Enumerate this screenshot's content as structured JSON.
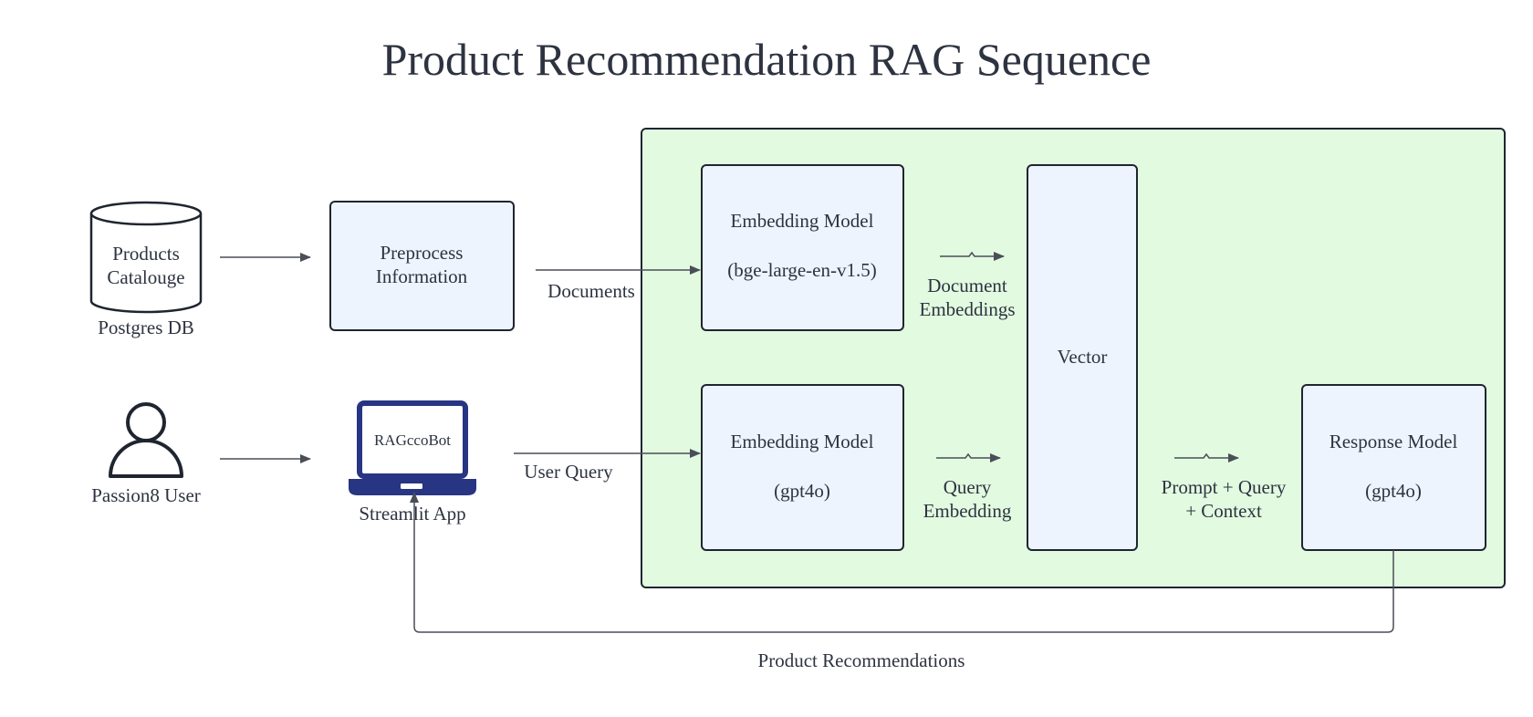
{
  "title": "Product Recommendation RAG Sequence",
  "colors": {
    "text": "#2d3340",
    "box_fill": "#edf4fe",
    "box_stroke": "#1f2530",
    "container_fill": "#e2fae0",
    "laptop": "#283583",
    "line": "#4a4e57"
  },
  "nodes": {
    "products_db": {
      "line1": "Products",
      "line2": "Catalouge",
      "caption": "Postgres DB",
      "icon": "database-cylinder-icon"
    },
    "preprocess": {
      "line1": "Preprocess",
      "line2": "Information"
    },
    "user": {
      "caption": "Passion8 User",
      "icon": "user-person-icon"
    },
    "app": {
      "screen_text": "RAGccoBot",
      "caption": "Streamlit App",
      "icon": "laptop-icon"
    },
    "embed_docs": {
      "line1": "Embedding Model",
      "line2": "(bge-large-en-v1.5)"
    },
    "embed_query": {
      "line1": "Embedding Model",
      "line2": "(gpt4o)"
    },
    "vector": {
      "label": "Vector"
    },
    "response": {
      "line1": "Response Model",
      "line2": "(gpt4o)"
    }
  },
  "edges": {
    "documents": "Documents",
    "user_query": "User Query",
    "doc_embeddings_1": "Document",
    "doc_embeddings_2": "Embeddings",
    "query_embedding_1": "Query",
    "query_embedding_2": "Embedding",
    "prompt_1": "Prompt + Query",
    "prompt_2": "+ Context",
    "recommendations": "Product Recommendations"
  }
}
